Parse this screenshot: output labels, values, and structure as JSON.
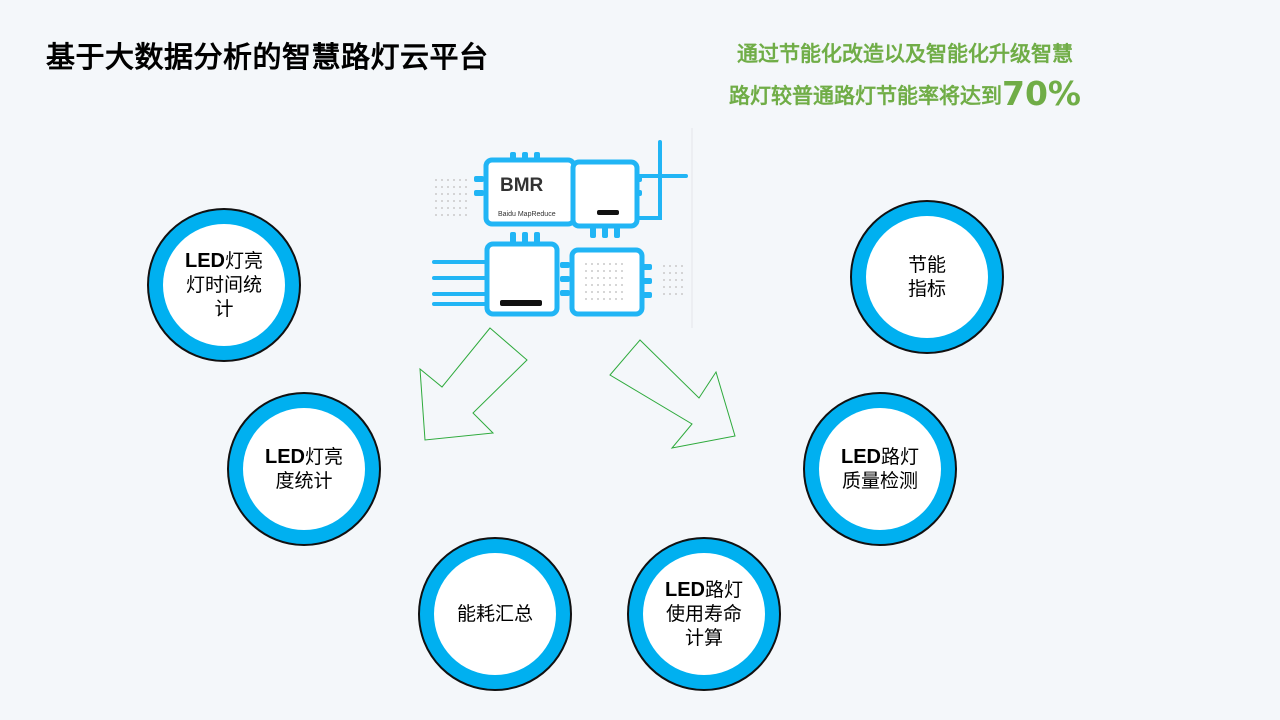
{
  "title": "基于大数据分析的智慧路灯云平台",
  "claim": {
    "line1": "通过节能化改造以及智能化升级智慧",
    "line2": "路灯较普通路灯节能率将达到",
    "percent": "70%"
  },
  "chip": {
    "brand": "BMR",
    "subtitle": "Baidu MapReduce"
  },
  "nodes": [
    {
      "id": "led-on-time",
      "lead": "LED",
      "rest": "灯亮灯时间统计"
    },
    {
      "id": "led-brightness",
      "lead": "LED",
      "rest": "灯亮度统计"
    },
    {
      "id": "energy-summary",
      "lead": "",
      "rest": "能耗汇总"
    },
    {
      "id": "led-lifetime",
      "lead": "LED",
      "rest": "路灯使用寿命计算"
    },
    {
      "id": "led-quality",
      "lead": "LED",
      "rest": "路灯质量检测"
    },
    {
      "id": "energy-index",
      "lead": "",
      "rest": "节能指标"
    }
  ],
  "colors": {
    "accent": "#00b0f0",
    "claim": "#70ad47",
    "arrow": "#2eaa3c"
  }
}
